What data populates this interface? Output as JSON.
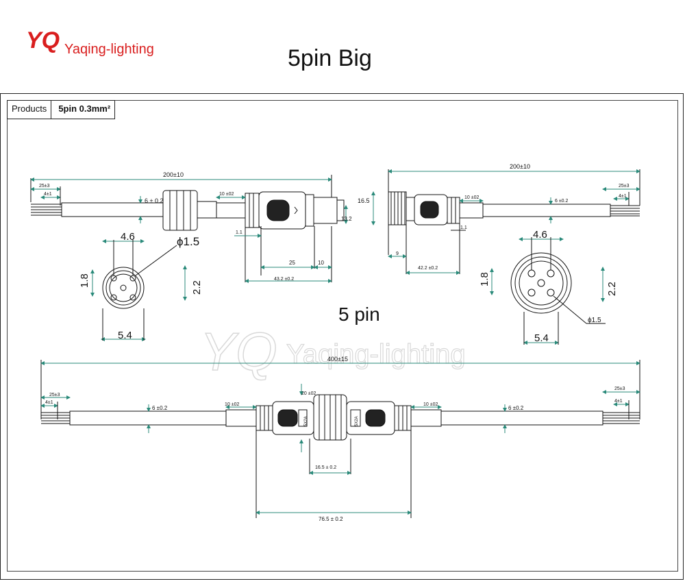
{
  "brand": {
    "logo_mark": "YQ",
    "name": "Yaqing-lighting",
    "logo_color": "#d91e1e"
  },
  "title": "5pin Big",
  "product_table": {
    "label": "Products",
    "value": "5pin  0.3mm²"
  },
  "watermark": {
    "mark": "YQ",
    "text": "Yaqing-lighting"
  },
  "center_label": "5 pin",
  "dims": {
    "male": {
      "total": "200±10",
      "strip": "25±3",
      "tin": "4±1",
      "cable_dia": "6 ± 0.2",
      "boot": "10 ±02",
      "body_dia": "13.2",
      "thread": "1.1",
      "plug_len": "25",
      "tip_len": "10",
      "overall": "43.2 ±0.2"
    },
    "female": {
      "total": "200±10",
      "strip": "25±3",
      "tin": "4±1",
      "cable_dia": "6 ±0.2",
      "boot": "10 ±02",
      "thread_dia": "16.5",
      "nut": "9",
      "step": "1.1",
      "overall": "42.2 ±0.2"
    },
    "face_left": {
      "spacing": "4.6",
      "pin_dia": "ϕ1.5",
      "pitch_v": "1.8",
      "pitch_r": "2.2",
      "width": "5.4"
    },
    "face_right": {
      "spacing": "4.6",
      "pin_dia": "ϕ1.5",
      "pitch_v": "1.8",
      "pitch_r": "2.2",
      "width": "5.4"
    },
    "assembly": {
      "total": "400±15",
      "strip_l": "25±3",
      "tin_l": "4±1",
      "cable_l": "6 ±0.2",
      "boot_l": "10 ±02",
      "body_dia": "20 ±02",
      "boot_r": "10 ±02",
      "cable_r": "6 ±0.2",
      "strip_r": "25±3",
      "tin_r": "4±1",
      "nut_len": "16.5 ± 0.2",
      "joint_len": "76.5 ± 0.2",
      "marking": "5X2A"
    }
  }
}
